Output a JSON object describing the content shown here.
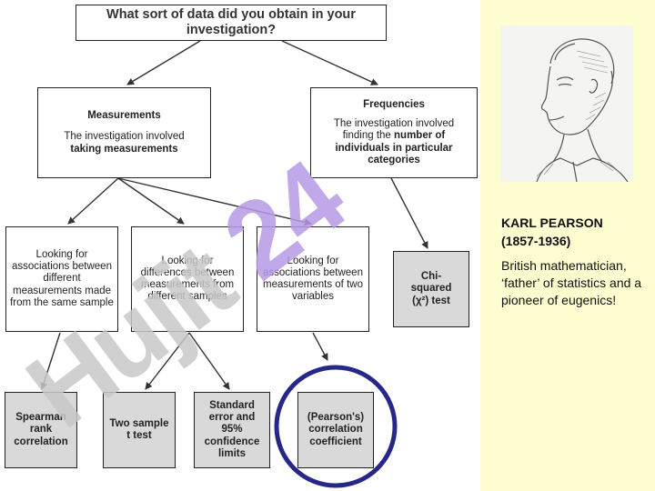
{
  "title": "What sort of data did you obtain in your investigation?",
  "measurements": {
    "heading": "Measurements",
    "text_plain": "The investigation involved",
    "text_bold": "taking measurements"
  },
  "frequencies": {
    "heading": "Frequencies",
    "text_plain": "The investigation involved finding the",
    "text_bold": "number of individuals in particular categories"
  },
  "middle_row": [
    "Looking for associations between different measurements made from the same sample",
    "Looking for differences between measurements from different samples",
    "Looking for associations between measurements of two variables"
  ],
  "chi_squared": {
    "line1": "Chi-squared",
    "line2": "(χ²) test"
  },
  "bottom_row": [
    "Spearman rank correlation",
    "Two sample t test",
    "Standard error and 95% confidence limits",
    "(Pearson's) correlation coefficient"
  ],
  "watermark": "Hujit 24",
  "person": {
    "name": "KARL PEARSON",
    "years": "(1857-1936)",
    "description": "British mathematician, ‘father’ of statistics and a pioneer of eugenics!"
  },
  "colors": {
    "panel_bg": "#fdfdcf",
    "box_grey": "#d9d9d9",
    "circle": "#27278a",
    "watermark_grey": "#c8c8c8",
    "watermark_purple": "#b79be6"
  }
}
